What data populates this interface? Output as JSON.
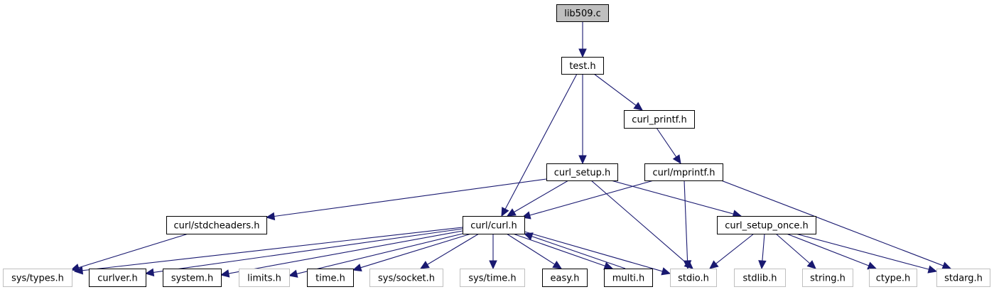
{
  "graph": {
    "title": "Include dependency graph for lib509.c",
    "colors": {
      "edge": "#191970",
      "root_fill": "#bfbfbf",
      "root_stroke": "#000000",
      "documented_stroke": "#000000",
      "undocumented_stroke": "#bfbfbf",
      "node_fill": "#ffffff"
    },
    "nodes": [
      {
        "id": "lib509",
        "label": "lib509.c",
        "kind": "root"
      },
      {
        "id": "test_h",
        "label": "test.h",
        "kind": "documented"
      },
      {
        "id": "curl_printf_h",
        "label": "curl_printf.h",
        "kind": "documented"
      },
      {
        "id": "curl_setup_h",
        "label": "curl_setup.h",
        "kind": "documented"
      },
      {
        "id": "curl_mprintf_h",
        "label": "curl/mprintf.h",
        "kind": "documented"
      },
      {
        "id": "curl_stdcheaders_h",
        "label": "curl/stdcheaders.h",
        "kind": "documented"
      },
      {
        "id": "curl_curl_h",
        "label": "curl/curl.h",
        "kind": "documented"
      },
      {
        "id": "curl_setup_once_h",
        "label": "curl_setup_once.h",
        "kind": "documented"
      },
      {
        "id": "sys_types_h",
        "label": "sys/types.h",
        "kind": "external"
      },
      {
        "id": "curlver_h",
        "label": "curlver.h",
        "kind": "documented"
      },
      {
        "id": "system_h",
        "label": "system.h",
        "kind": "documented"
      },
      {
        "id": "limits_h",
        "label": "limits.h",
        "kind": "external"
      },
      {
        "id": "time_h",
        "label": "time.h",
        "kind": "documented"
      },
      {
        "id": "sys_socket_h",
        "label": "sys/socket.h",
        "kind": "external"
      },
      {
        "id": "sys_time_h",
        "label": "sys/time.h",
        "kind": "external"
      },
      {
        "id": "easy_h",
        "label": "easy.h",
        "kind": "documented"
      },
      {
        "id": "multi_h",
        "label": "multi.h",
        "kind": "documented"
      },
      {
        "id": "stdio_h",
        "label": "stdio.h",
        "kind": "external"
      },
      {
        "id": "stdlib_h",
        "label": "stdlib.h",
        "kind": "external"
      },
      {
        "id": "string_h",
        "label": "string.h",
        "kind": "external"
      },
      {
        "id": "ctype_h",
        "label": "ctype.h",
        "kind": "external"
      },
      {
        "id": "stdarg_h",
        "label": "stdarg.h",
        "kind": "external"
      }
    ],
    "edges": [
      {
        "from": "lib509",
        "to": "test_h"
      },
      {
        "from": "test_h",
        "to": "curl_setup_h"
      },
      {
        "from": "test_h",
        "to": "curl_curl_h"
      },
      {
        "from": "test_h",
        "to": "curl_printf_h"
      },
      {
        "from": "curl_printf_h",
        "to": "curl_mprintf_h"
      },
      {
        "from": "curl_setup_h",
        "to": "curl_curl_h"
      },
      {
        "from": "curl_setup_h",
        "to": "curl_stdcheaders_h"
      },
      {
        "from": "curl_setup_h",
        "to": "curl_setup_once_h"
      },
      {
        "from": "curl_setup_h",
        "to": "stdio_h"
      },
      {
        "from": "curl_mprintf_h",
        "to": "curl_curl_h"
      },
      {
        "from": "curl_mprintf_h",
        "to": "stdio_h"
      },
      {
        "from": "curl_mprintf_h",
        "to": "stdarg_h"
      },
      {
        "from": "curl_stdcheaders_h",
        "to": "sys_types_h"
      },
      {
        "from": "curl_curl_h",
        "to": "sys_types_h"
      },
      {
        "from": "curl_curl_h",
        "to": "curlver_h"
      },
      {
        "from": "curl_curl_h",
        "to": "system_h"
      },
      {
        "from": "curl_curl_h",
        "to": "limits_h"
      },
      {
        "from": "curl_curl_h",
        "to": "time_h"
      },
      {
        "from": "curl_curl_h",
        "to": "sys_socket_h"
      },
      {
        "from": "curl_curl_h",
        "to": "sys_time_h"
      },
      {
        "from": "curl_curl_h",
        "to": "easy_h"
      },
      {
        "from": "curl_curl_h",
        "to": "multi_h"
      },
      {
        "from": "curl_curl_h",
        "to": "stdio_h"
      },
      {
        "from": "multi_h",
        "to": "curl_curl_h"
      },
      {
        "from": "curl_setup_once_h",
        "to": "stdio_h"
      },
      {
        "from": "curl_setup_once_h",
        "to": "stdlib_h"
      },
      {
        "from": "curl_setup_once_h",
        "to": "string_h"
      },
      {
        "from": "curl_setup_once_h",
        "to": "ctype_h"
      },
      {
        "from": "curl_setup_once_h",
        "to": "stdarg_h"
      }
    ]
  }
}
